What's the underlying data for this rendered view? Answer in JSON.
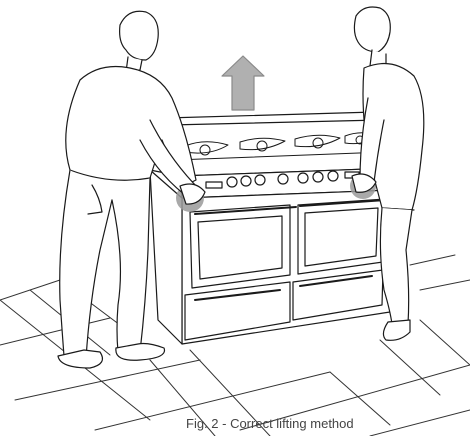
{
  "illustration": {
    "subject": "Two people lifting a range cooker by its sides",
    "lift_arrow_direction": "up",
    "highlight_color": "#9a9a9a",
    "arrow_color": "#a8a8a8",
    "line_color": "#1a1a1a"
  },
  "caption": {
    "text": "Fig. 2 - Correct lifting method"
  }
}
